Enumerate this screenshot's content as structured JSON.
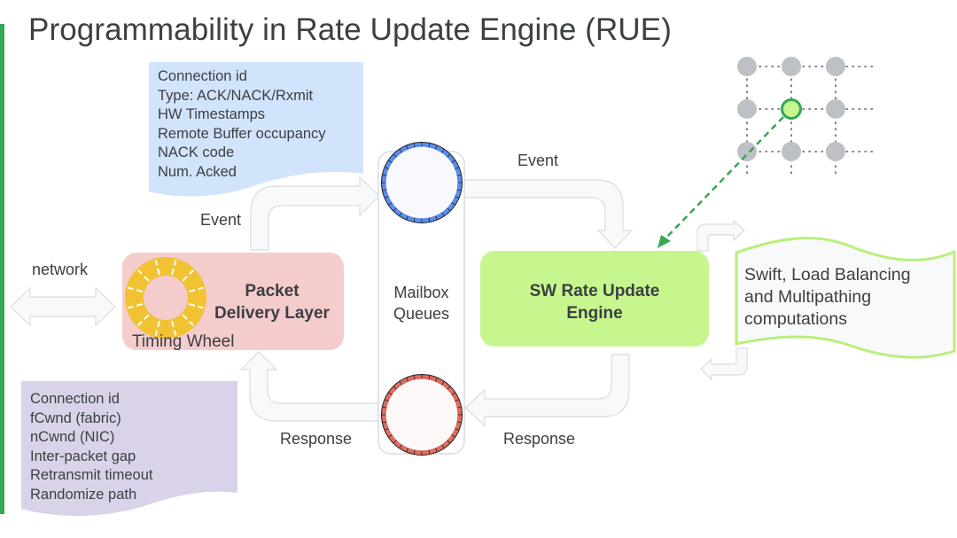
{
  "slide": {
    "title": "Programmability in Rate Update Engine (RUE)",
    "accent_color": "#34a853"
  },
  "event_fields_note": {
    "color": "#d2e3fc",
    "lines": [
      "Connection id",
      "Type: ACK/NACK/Rxmit",
      "HW Timestamps",
      "Remote Buffer occupancy",
      "NACK code",
      "Num. Acked"
    ]
  },
  "response_fields_note": {
    "color": "#d9d2e9",
    "lines": [
      "Connection id",
      "fCwnd (fabric)",
      "nCwnd (NIC)",
      "Inter-packet gap",
      "Retransmit timeout",
      "Randomize path"
    ]
  },
  "labels": {
    "network": "network",
    "event_left": "Event",
    "event_right": "Event",
    "response_left": "Response",
    "response_right": "Response",
    "timing_wheel": "Timing Wheel"
  },
  "packet_delivery_layer": {
    "line1": "Packet",
    "line2": "Delivery Layer",
    "color": "#f4cccc",
    "wheel_color": "#f1c232"
  },
  "mailbox_queues": {
    "line1": "Mailbox",
    "line2": "Queues",
    "event_queue_color": "#5b8def",
    "response_queue_color": "#e06c5f"
  },
  "rue": {
    "line1": "SW Rate Update",
    "line2": "Engine",
    "color": "#c6f68d"
  },
  "computations": {
    "lines": [
      "Swift, Load Balancing",
      "and Multipathing",
      "computations"
    ],
    "border_color": "#b7f07a"
  },
  "topology": {
    "node_color": "#bdc1c6",
    "selected_node_color": "#c6f68d",
    "selected_border_color": "#34a853"
  }
}
